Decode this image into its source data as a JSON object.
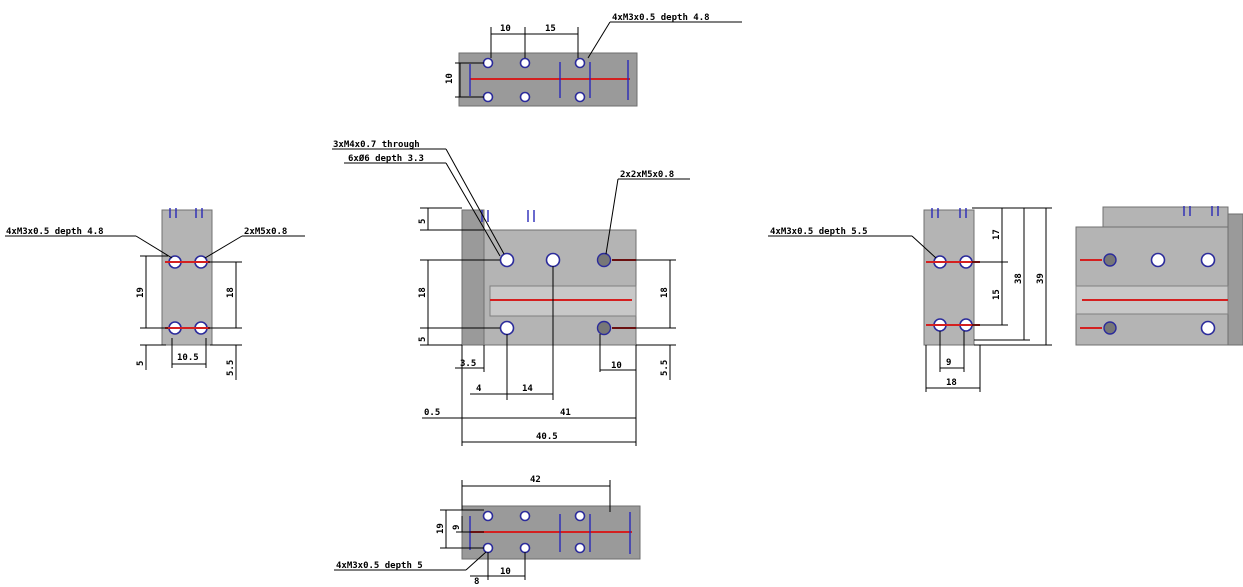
{
  "labels": {
    "top_thread": "4xM3x0.5 depth 4.8",
    "top_d1": "10",
    "top_d2": "15",
    "top_v1": "10",
    "left_thread": "4xM3x0.5 depth 4.8",
    "left_port": "2xM5x0.8",
    "left_v1": "19",
    "left_v2": "18",
    "left_v3": "5",
    "left_v4": "5.5",
    "left_h1": "10.5",
    "center_through": "3xM4x0.7 through",
    "center_cbore": "6xØ6 depth 3.3",
    "center_port": "2x2xM5x0.8",
    "center_v1": "5",
    "center_v2": "18",
    "center_v3": "5",
    "center_v4": "18",
    "center_v5": "5.5",
    "center_h1": "3.5",
    "center_h2": "4",
    "center_h3": "14",
    "center_h4": "10",
    "center_h5": "0.5",
    "center_h6": "41",
    "center_h7": "40.5",
    "right_thread": "4xM3x0.5 depth 5.5",
    "right_v1": "17",
    "right_v2": "15",
    "right_v3": "38",
    "right_v4": "39",
    "right_h1": "9",
    "right_h2": "18",
    "bottom_thread": "4xM3x0.5 depth 5",
    "bottom_h1": "42",
    "bottom_v1": "19",
    "bottom_v2": "9",
    "bottom_h2": "8",
    "bottom_h3": "10"
  },
  "colors": {
    "body": "#9a9a9a",
    "hole_outline": "#2b2b9b",
    "centerline": "#d42020",
    "dimension": "#000000"
  }
}
